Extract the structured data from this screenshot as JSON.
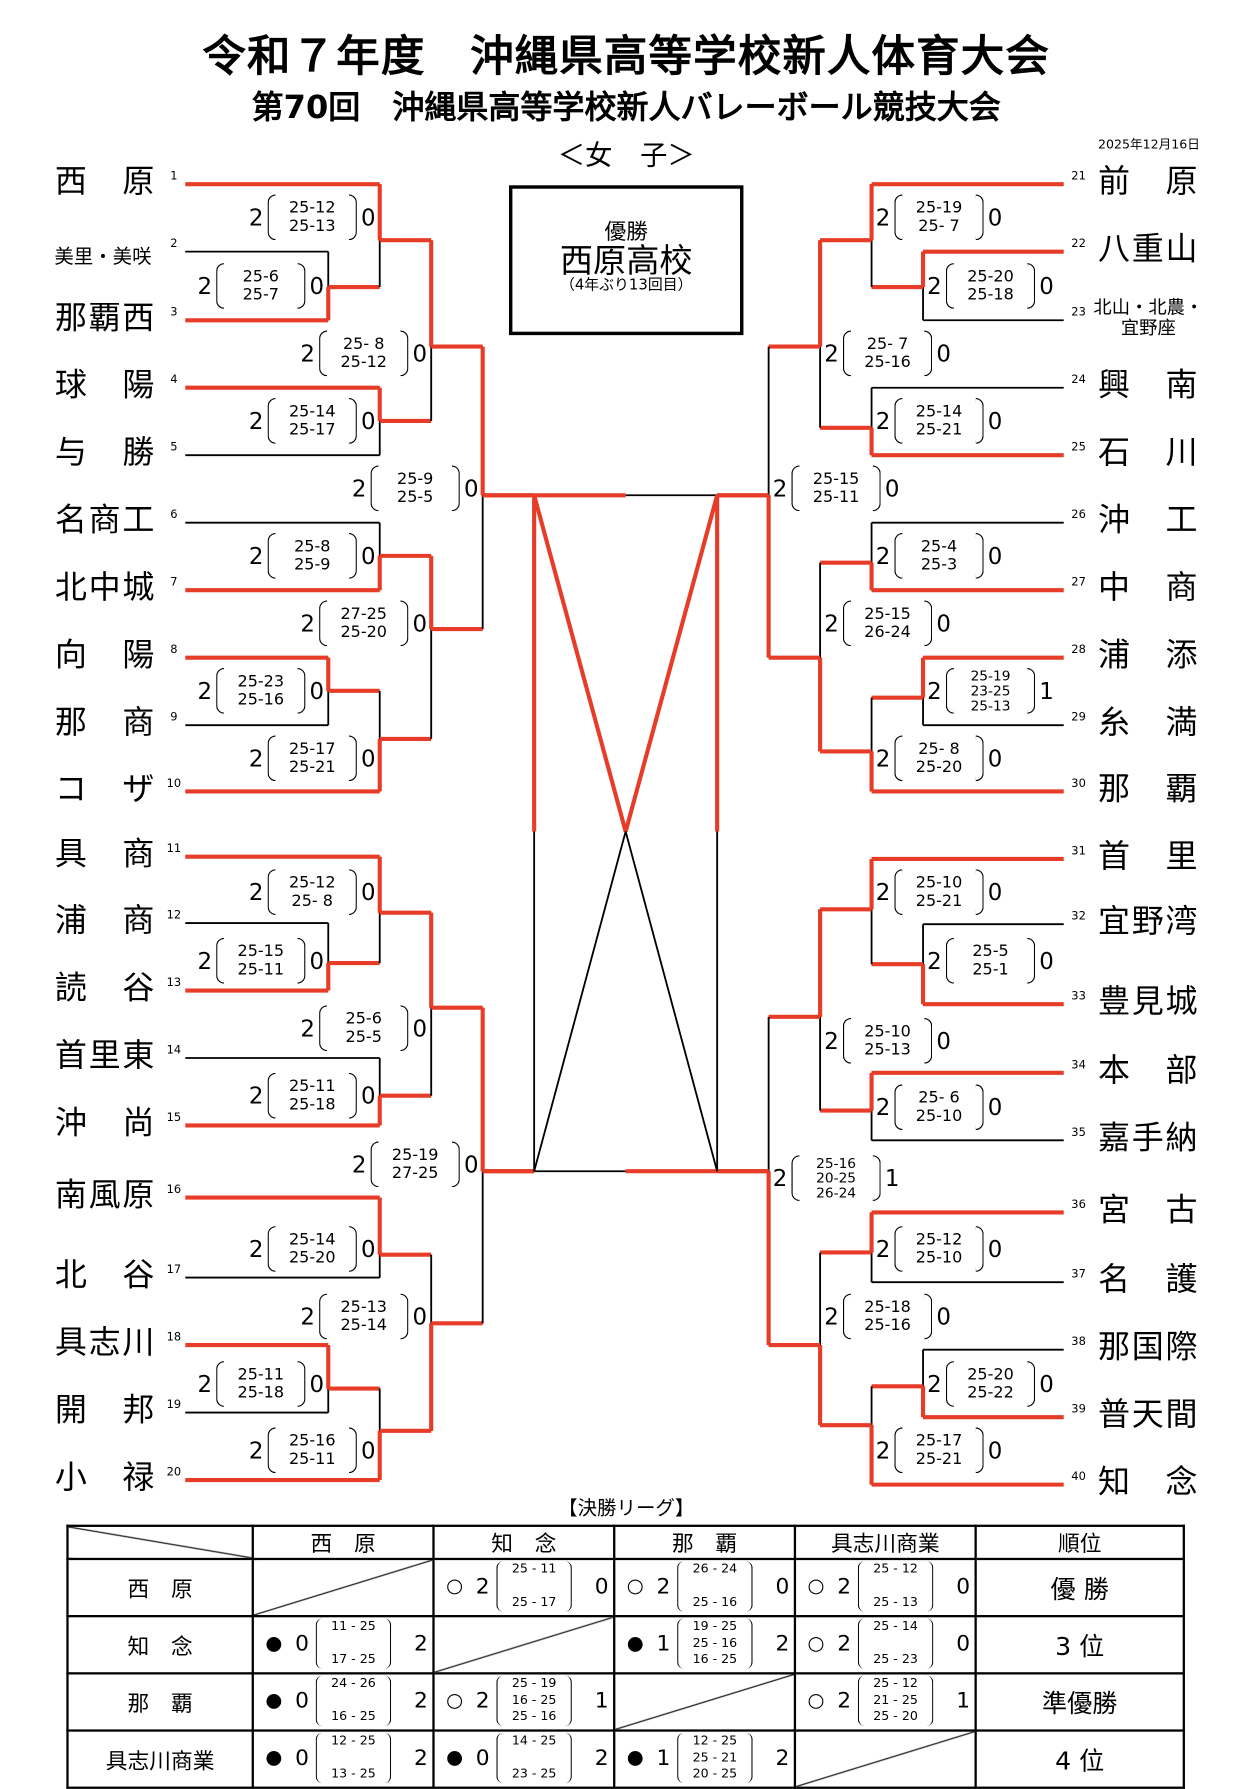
{
  "header": {
    "title": "令和７年度　沖縄県高等学校新人体育大会",
    "subtitle": "第70回　沖縄県高等学校新人バレーボール競技大会",
    "category": "＜女　子＞",
    "date": "2025年12月16日"
  },
  "champion": {
    "label": "優勝",
    "school": "西原高校",
    "note": "（4年ぶり13回目）"
  },
  "colors": {
    "winner_line": "#e63c28",
    "line": "#000000"
  },
  "teams_left": [
    {
      "no": "1",
      "name": "西原"
    },
    {
      "no": "2",
      "name": "美里・美咲"
    },
    {
      "no": "3",
      "name": "那覇西"
    },
    {
      "no": "4",
      "name": "球陽"
    },
    {
      "no": "5",
      "name": "与勝"
    },
    {
      "no": "6",
      "name": "名商工"
    },
    {
      "no": "7",
      "name": "北中城"
    },
    {
      "no": "8",
      "name": "向陽"
    },
    {
      "no": "9",
      "name": "那商"
    },
    {
      "no": "10",
      "name": "コザ"
    },
    {
      "no": "11",
      "name": "具商"
    },
    {
      "no": "12",
      "name": "浦商"
    },
    {
      "no": "13",
      "name": "読谷"
    },
    {
      "no": "14",
      "name": "首里東"
    },
    {
      "no": "15",
      "name": "沖尚"
    },
    {
      "no": "16",
      "name": "南風原"
    },
    {
      "no": "17",
      "name": "北谷"
    },
    {
      "no": "18",
      "name": "具志川"
    },
    {
      "no": "19",
      "name": "開邦"
    },
    {
      "no": "20",
      "name": "小禄"
    }
  ],
  "teams_right": [
    {
      "no": "21",
      "name": "前原"
    },
    {
      "no": "22",
      "name": "八重山"
    },
    {
      "no": "23",
      "name": "北山・北農・\n宜野座"
    },
    {
      "no": "24",
      "name": "興南"
    },
    {
      "no": "25",
      "name": "石川"
    },
    {
      "no": "26",
      "name": "沖工"
    },
    {
      "no": "27",
      "name": "中商"
    },
    {
      "no": "28",
      "name": "浦添"
    },
    {
      "no": "29",
      "name": "糸満"
    },
    {
      "no": "30",
      "name": "那覇"
    },
    {
      "no": "31",
      "name": "首里"
    },
    {
      "no": "32",
      "name": "宜野湾"
    },
    {
      "no": "33",
      "name": "豊見城"
    },
    {
      "no": "34",
      "name": "本部"
    },
    {
      "no": "35",
      "name": "嘉手納"
    },
    {
      "no": "36",
      "name": "宮古"
    },
    {
      "no": "37",
      "name": "名護"
    },
    {
      "no": "38",
      "name": "那国際"
    },
    {
      "no": "39",
      "name": "普天間"
    },
    {
      "no": "40",
      "name": "知念"
    }
  ],
  "matches_left": [
    {
      "win": "2",
      "sets": [
        "25-6",
        "25-7"
      ],
      "lose": "0"
    },
    {
      "win": "2",
      "sets": [
        "25-12",
        "25-13"
      ],
      "lose": "0"
    },
    {
      "win": "2",
      "sets": [
        "25-14",
        "25-17"
      ],
      "lose": "0"
    },
    {
      "win": "2",
      "sets": [
        "25- 8",
        "25-12"
      ],
      "lose": "0"
    },
    {
      "win": "2",
      "sets": [
        "25-8",
        "25-9"
      ],
      "lose": "0"
    },
    {
      "win": "2",
      "sets": [
        "25-23",
        "25-16"
      ],
      "lose": "0"
    },
    {
      "win": "2",
      "sets": [
        "25-17",
        "25-21"
      ],
      "lose": "0"
    },
    {
      "win": "2",
      "sets": [
        "27-25",
        "25-20"
      ],
      "lose": "0"
    },
    {
      "win": "2",
      "sets": [
        "25-9",
        "25-5"
      ],
      "lose": "0"
    },
    {
      "win": "2",
      "sets": [
        "25-15",
        "25-11"
      ],
      "lose": "0"
    },
    {
      "win": "2",
      "sets": [
        "25-12",
        "25- 8"
      ],
      "lose": "0"
    },
    {
      "win": "2",
      "sets": [
        "25-11",
        "25-18"
      ],
      "lose": "0"
    },
    {
      "win": "2",
      "sets": [
        "25-6",
        "25-5"
      ],
      "lose": "0"
    },
    {
      "win": "2",
      "sets": [
        "25-14",
        "25-20"
      ],
      "lose": "0"
    },
    {
      "win": "2",
      "sets": [
        "25-11",
        "25-18"
      ],
      "lose": "0"
    },
    {
      "win": "2",
      "sets": [
        "25-16",
        "25-11"
      ],
      "lose": "0"
    },
    {
      "win": "2",
      "sets": [
        "25-13",
        "25-14"
      ],
      "lose": "0"
    },
    {
      "win": "2",
      "sets": [
        "25-19",
        "27-25"
      ],
      "lose": "0"
    }
  ],
  "matches_right": [
    {
      "win": "2",
      "sets": [
        "25-20",
        "25-18"
      ],
      "lose": "0"
    },
    {
      "win": "2",
      "sets": [
        "25-19",
        "25- 7"
      ],
      "lose": "0"
    },
    {
      "win": "2",
      "sets": [
        "25-14",
        "25-21"
      ],
      "lose": "0"
    },
    {
      "win": "2",
      "sets": [
        "25- 7",
        "25-16"
      ],
      "lose": "0"
    },
    {
      "win": "2",
      "sets": [
        "25-4",
        "25-3"
      ],
      "lose": "0"
    },
    {
      "win": "2",
      "sets": [
        "25-19",
        "23-25",
        "25-13"
      ],
      "lose": "1"
    },
    {
      "win": "2",
      "sets": [
        "25- 8",
        "25-20"
      ],
      "lose": "0"
    },
    {
      "win": "2",
      "sets": [
        "25-15",
        "26-24"
      ],
      "lose": "0"
    },
    {
      "win": "2",
      "sets": [
        "25-15",
        "25-11"
      ],
      "lose": "0"
    },
    {
      "win": "2",
      "sets": [
        "25-5",
        "25-1"
      ],
      "lose": "0"
    },
    {
      "win": "2",
      "sets": [
        "25-10",
        "25-21"
      ],
      "lose": "0"
    },
    {
      "win": "2",
      "sets": [
        "25- 6",
        "25-10"
      ],
      "lose": "0"
    },
    {
      "win": "2",
      "sets": [
        "25-10",
        "25-13"
      ],
      "lose": "0"
    },
    {
      "win": "2",
      "sets": [
        "25-12",
        "25-10"
      ],
      "lose": "0"
    },
    {
      "win": "2",
      "sets": [
        "25-20",
        "25-22"
      ],
      "lose": "0"
    },
    {
      "win": "2",
      "sets": [
        "25-17",
        "25-21"
      ],
      "lose": "0"
    },
    {
      "win": "2",
      "sets": [
        "25-18",
        "25-16"
      ],
      "lose": "0"
    },
    {
      "win": "2",
      "sets": [
        "25-16",
        "20-25",
        "26-24"
      ],
      "lose": "1"
    }
  ],
  "league": {
    "title": "【決勝リーグ】",
    "columns": [
      "西　原",
      "知　念",
      "那　覇",
      "具志川商業",
      "順位"
    ],
    "rows": [
      {
        "team": "西　原",
        "rank": "優 勝",
        "cells": [
          null,
          {
            "mark": "○",
            "won": "2",
            "sets": [
              "25 - 11",
              "",
              "25 - 17"
            ],
            "lost": "0"
          },
          {
            "mark": "○",
            "won": "2",
            "sets": [
              "26 - 24",
              "",
              "25 - 16"
            ],
            "lost": "0"
          },
          {
            "mark": "○",
            "won": "2",
            "sets": [
              "25 - 12",
              "",
              "25 - 13"
            ],
            "lost": "0"
          }
        ]
      },
      {
        "team": "知　念",
        "rank": "3 位",
        "cells": [
          {
            "mark": "●",
            "won": "0",
            "sets": [
              "11 - 25",
              "",
              "17 - 25"
            ],
            "lost": "2"
          },
          null,
          {
            "mark": "●",
            "won": "1",
            "sets": [
              "19 - 25",
              "25 - 16",
              "16 - 25"
            ],
            "lost": "2"
          },
          {
            "mark": "○",
            "won": "2",
            "sets": [
              "25 - 14",
              "",
              "25 - 23"
            ],
            "lost": "0"
          }
        ]
      },
      {
        "team": "那　覇",
        "rank": "準優勝",
        "cells": [
          {
            "mark": "●",
            "won": "0",
            "sets": [
              "24 - 26",
              "",
              "16 - 25"
            ],
            "lost": "2"
          },
          {
            "mark": "○",
            "won": "2",
            "sets": [
              "25 - 19",
              "16 - 25",
              "25 - 16"
            ],
            "lost": "1"
          },
          null,
          {
            "mark": "○",
            "won": "2",
            "sets": [
              "25 - 12",
              "21 - 25",
              "25 - 20"
            ],
            "lost": "1"
          }
        ]
      },
      {
        "team": "具志川商業",
        "rank": "4 位",
        "cells": [
          {
            "mark": "●",
            "won": "0",
            "sets": [
              "12 - 25",
              "",
              "13 - 25"
            ],
            "lost": "2"
          },
          {
            "mark": "●",
            "won": "0",
            "sets": [
              "14 - 25",
              "",
              "23 - 25"
            ],
            "lost": "2"
          },
          {
            "mark": "●",
            "won": "1",
            "sets": [
              "12 - 25",
              "25 - 21",
              "20 - 25"
            ],
            "lost": "2"
          },
          null
        ]
      }
    ]
  }
}
